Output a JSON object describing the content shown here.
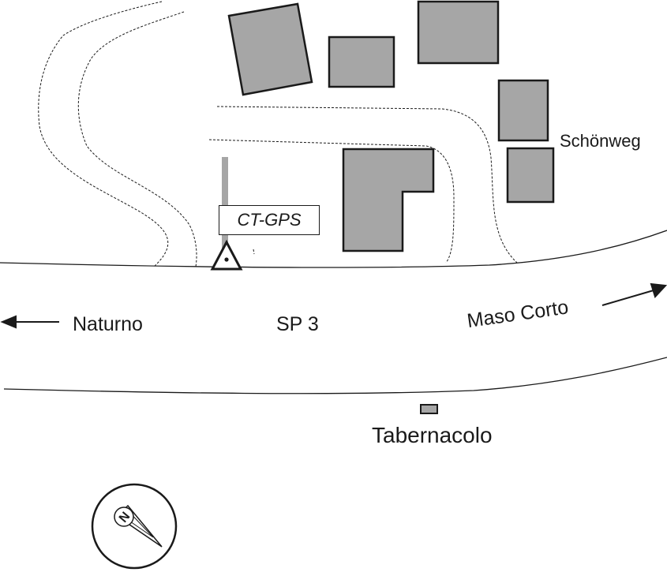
{
  "map": {
    "labels": {
      "schonweg": "Schönweg",
      "naturno": "Naturno",
      "road": "SP 3",
      "maso_corto": "Maso Corto",
      "tabernacolo": "Tabernacolo"
    },
    "station": {
      "name": "CT-GPS"
    },
    "compass": {
      "north_letter": "N"
    },
    "colors": {
      "building_fill": "#a6a6a6",
      "outline": "#1a1a1a",
      "station_mast": "#a6a6a6"
    }
  }
}
